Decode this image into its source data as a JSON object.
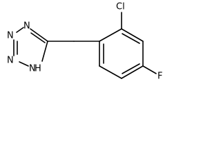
{
  "molecule": {
    "atoms": {
      "n1": "N",
      "n2": "N",
      "n3": "N",
      "nh": "N",
      "h": "H",
      "cl": "Cl",
      "f": "F"
    }
  }
}
